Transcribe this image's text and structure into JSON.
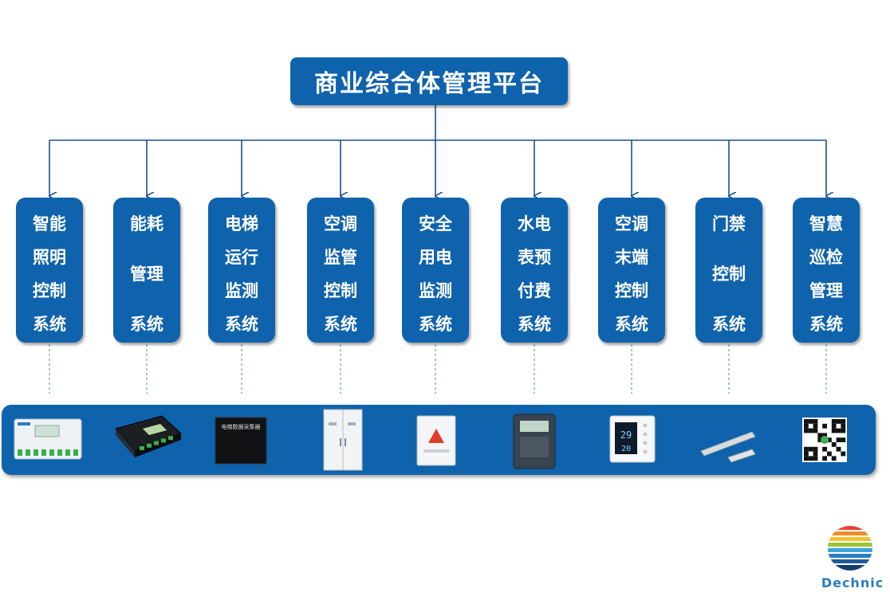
{
  "title": "商业综合体管理平台",
  "systems": [
    {
      "name": "智能照明控制系统",
      "lines": [
        "智能",
        "照明",
        "控制",
        "系统"
      ]
    },
    {
      "name": "能耗管理系统",
      "lines": [
        "能耗",
        "管理",
        "系统"
      ]
    },
    {
      "name": "电梯运行监测系统",
      "lines": [
        "电梯",
        "运行",
        "监测",
        "系统"
      ]
    },
    {
      "name": "空调监管控制系统",
      "lines": [
        "空调",
        "监管",
        "控制",
        "系统"
      ]
    },
    {
      "name": "安全用电监测系统",
      "lines": [
        "安全",
        "用电",
        "监测",
        "系统"
      ]
    },
    {
      "name": "水电表预付费系统",
      "lines": [
        "水电",
        "表预",
        "付费",
        "系统"
      ]
    },
    {
      "name": "空调末端控制系统",
      "lines": [
        "空调",
        "末端",
        "控制",
        "系统"
      ]
    },
    {
      "name": "门禁控制系统",
      "lines": [
        "门禁",
        "控制",
        "系统"
      ]
    },
    {
      "name": "智慧巡检管理系统",
      "lines": [
        "智慧",
        "巡检",
        "管理",
        "系统"
      ]
    }
  ],
  "devices": [
    {
      "name": "lighting-control-module-icon"
    },
    {
      "name": "energy-data-gateway-icon"
    },
    {
      "name": "elevator-data-collector-icon",
      "label": "电梯数据采集器"
    },
    {
      "name": "air-conditioning-cabinet-icon"
    },
    {
      "name": "electrical-safety-box-icon"
    },
    {
      "name": "prepaid-meter-icon"
    },
    {
      "name": "thermostat-panel-icon",
      "reading1": "29",
      "reading2": "20"
    },
    {
      "name": "magnetic-door-lock-icon"
    },
    {
      "name": "qr-code-icon"
    }
  ],
  "logo": {
    "text": "Dechnic"
  },
  "colors": {
    "primary": "#0f63ad",
    "connector": "#1d4f8f",
    "dashed": "#7a9aa8"
  }
}
